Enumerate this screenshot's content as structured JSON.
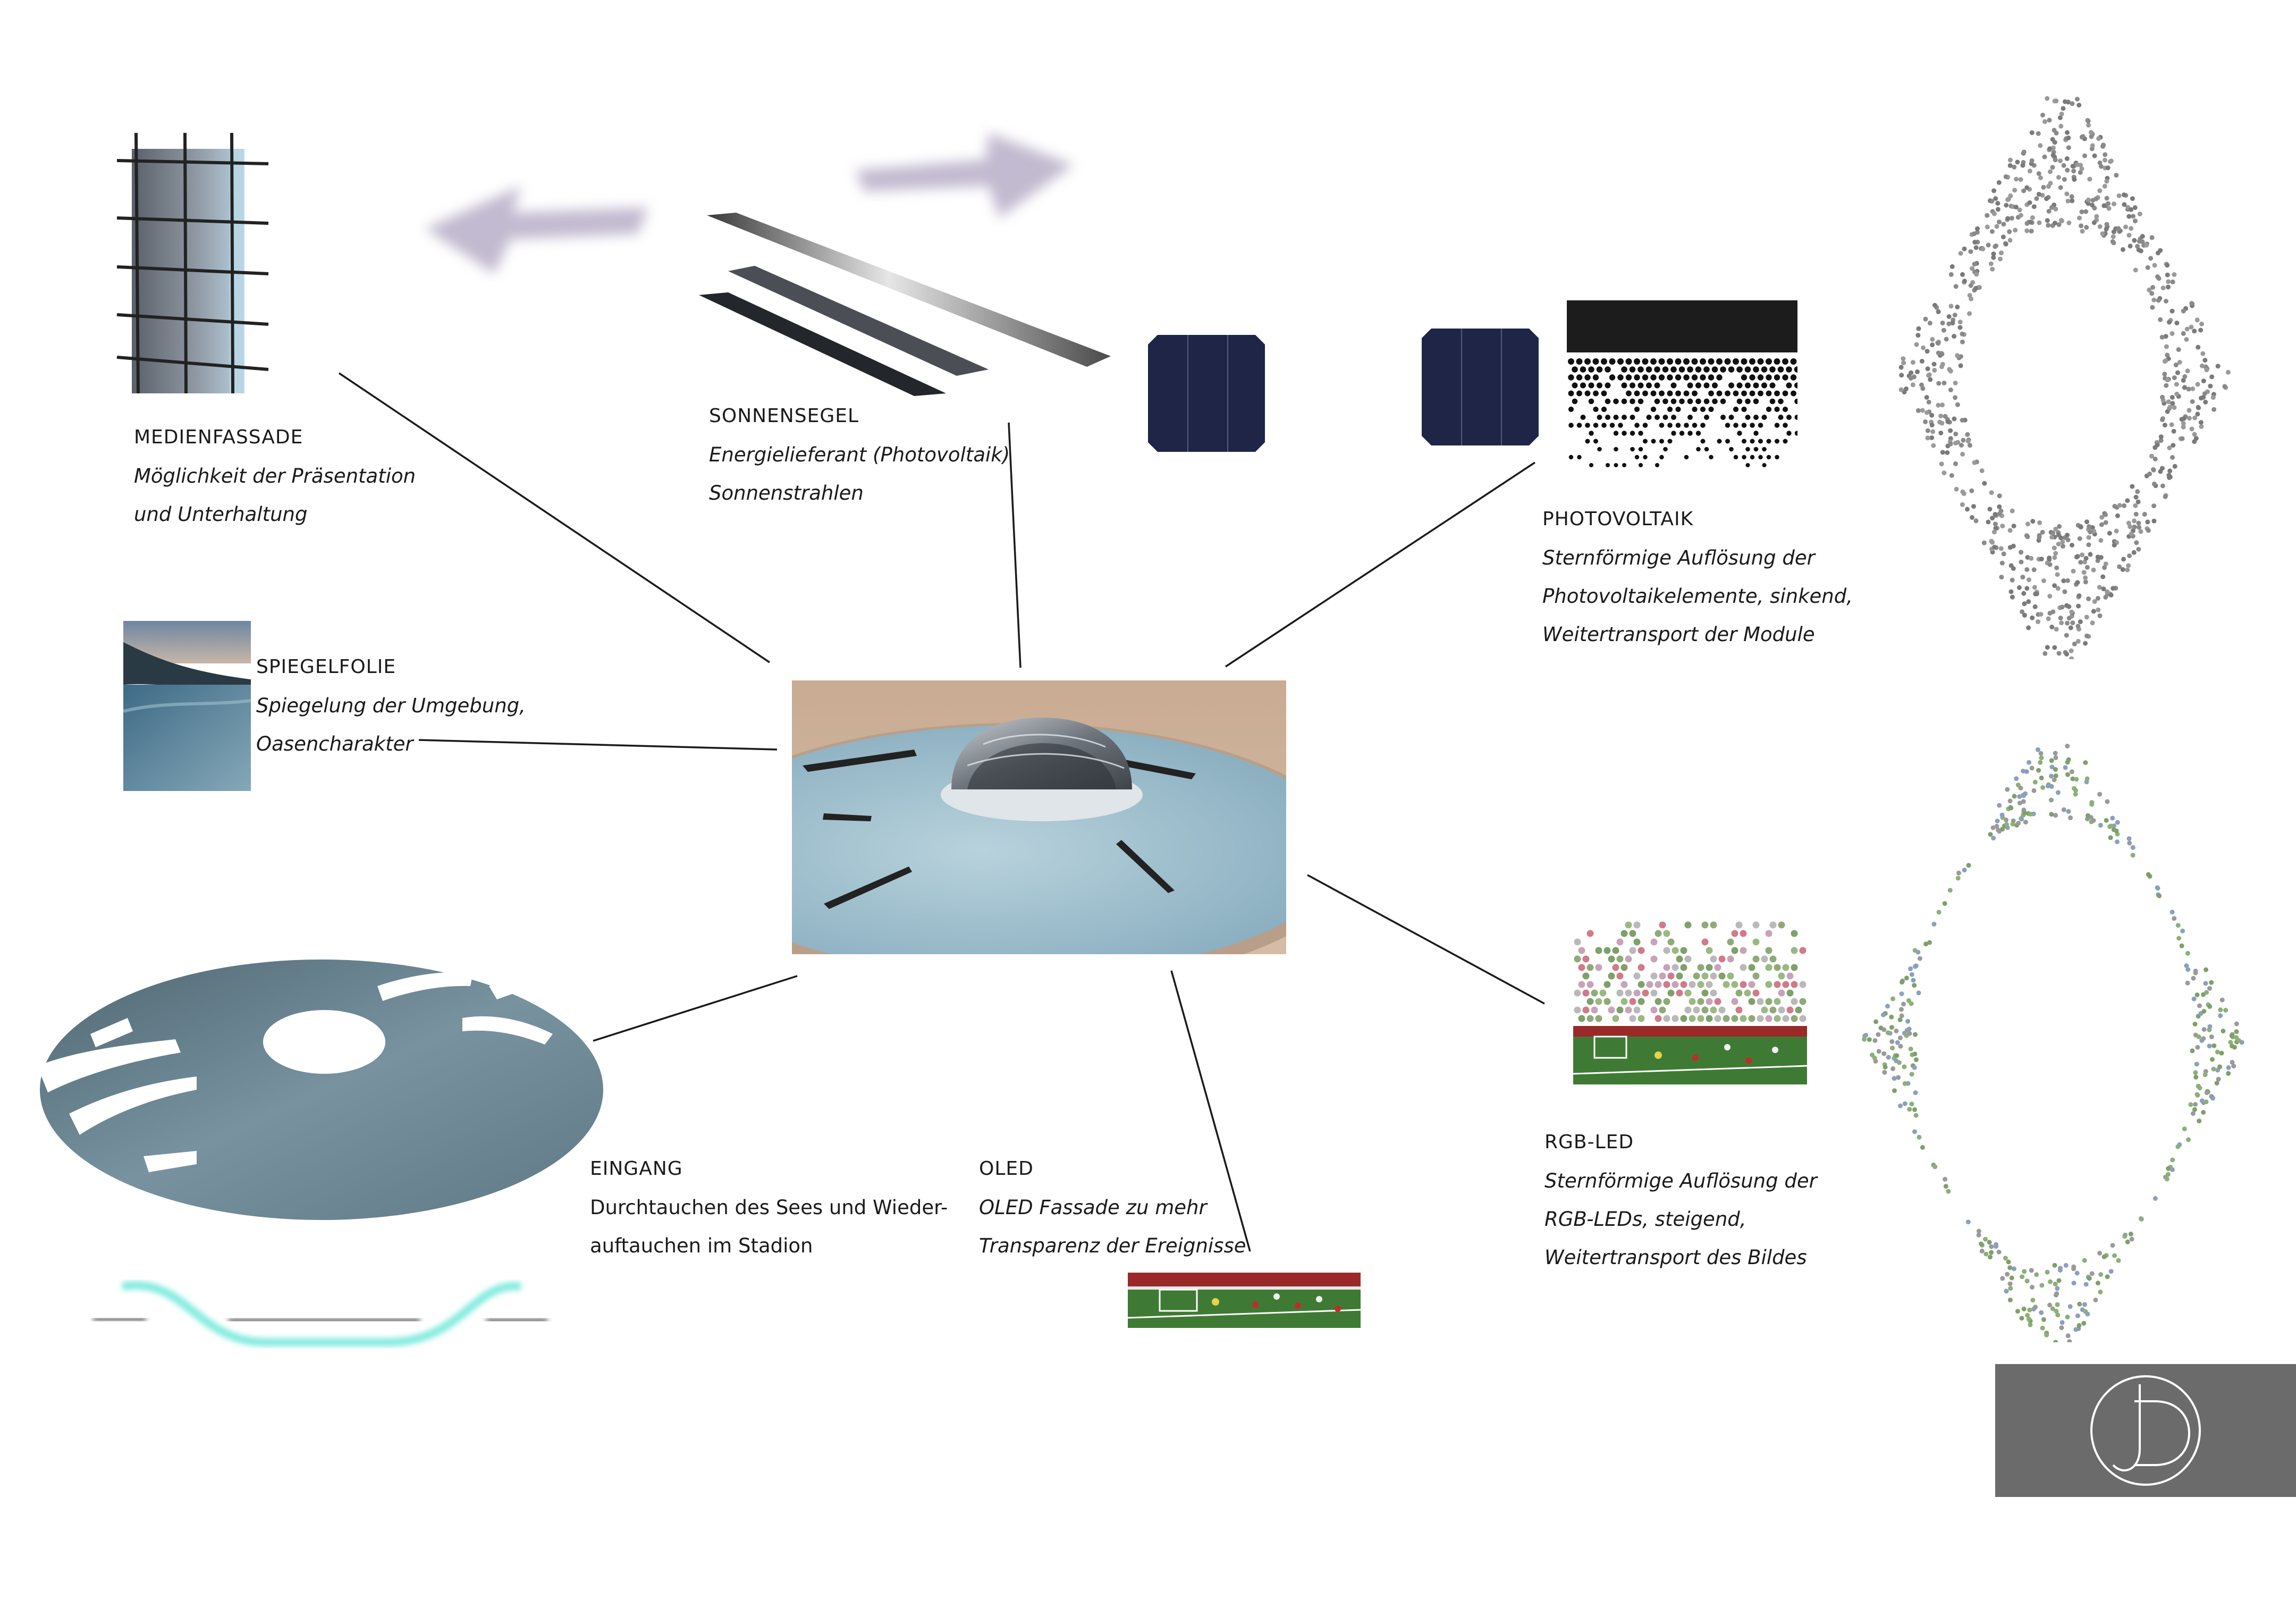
{
  "labels": {
    "medienfassade": {
      "title": "MEDIENFASSADE",
      "lines": [
        "Möglichkeit der Präsentation",
        "und Unterhaltung"
      ]
    },
    "sonnensegel": {
      "title": "SONNENSEGEL",
      "lines": [
        "Energielieferant (Photovoltaik)",
        "Sonnenstrahlen"
      ]
    },
    "photovoltaik": {
      "title": "PHOTOVOLTAIK",
      "lines": [
        "Sternförmige Auflösung der",
        "Photovoltaikelemente, sinkend,",
        "Weitertransport der Module"
      ]
    },
    "spiegelfolie": {
      "title": "SPIEGELFOLIE",
      "lines": [
        "Spiegelung der Umgebung,",
        "Oasencharakter"
      ]
    },
    "eingang": {
      "title": "EINGANG",
      "lines": [
        "Durchtauchen des Sees und Wieder-",
        "auftauchen im Stadion"
      ]
    },
    "oled": {
      "title": "OLED",
      "lines": [
        "OLED Fassade zu mehr",
        "Transparenz der Ereignisse"
      ]
    },
    "rgbled": {
      "title": "RGB-LED",
      "lines": [
        "Sternförmige Auflösung der",
        "RGB-LEDs, steigend,",
        "Weitertransport des Bildes"
      ]
    }
  },
  "colors": {
    "line": "#1a1a1a",
    "water": "#8fb3c4",
    "sand": "#c9ab92",
    "solar": "#1e2547",
    "disc": "#5e7884",
    "glow": "#86ece0",
    "arrow": "#b8aec8",
    "logo_bg": "#6b6b6b",
    "pitch": "#3f7a34",
    "dots_gray": "#8a8a8a",
    "dots_green": "#7ea06a"
  },
  "icons": {
    "logo": "jd-monogram-icon"
  }
}
